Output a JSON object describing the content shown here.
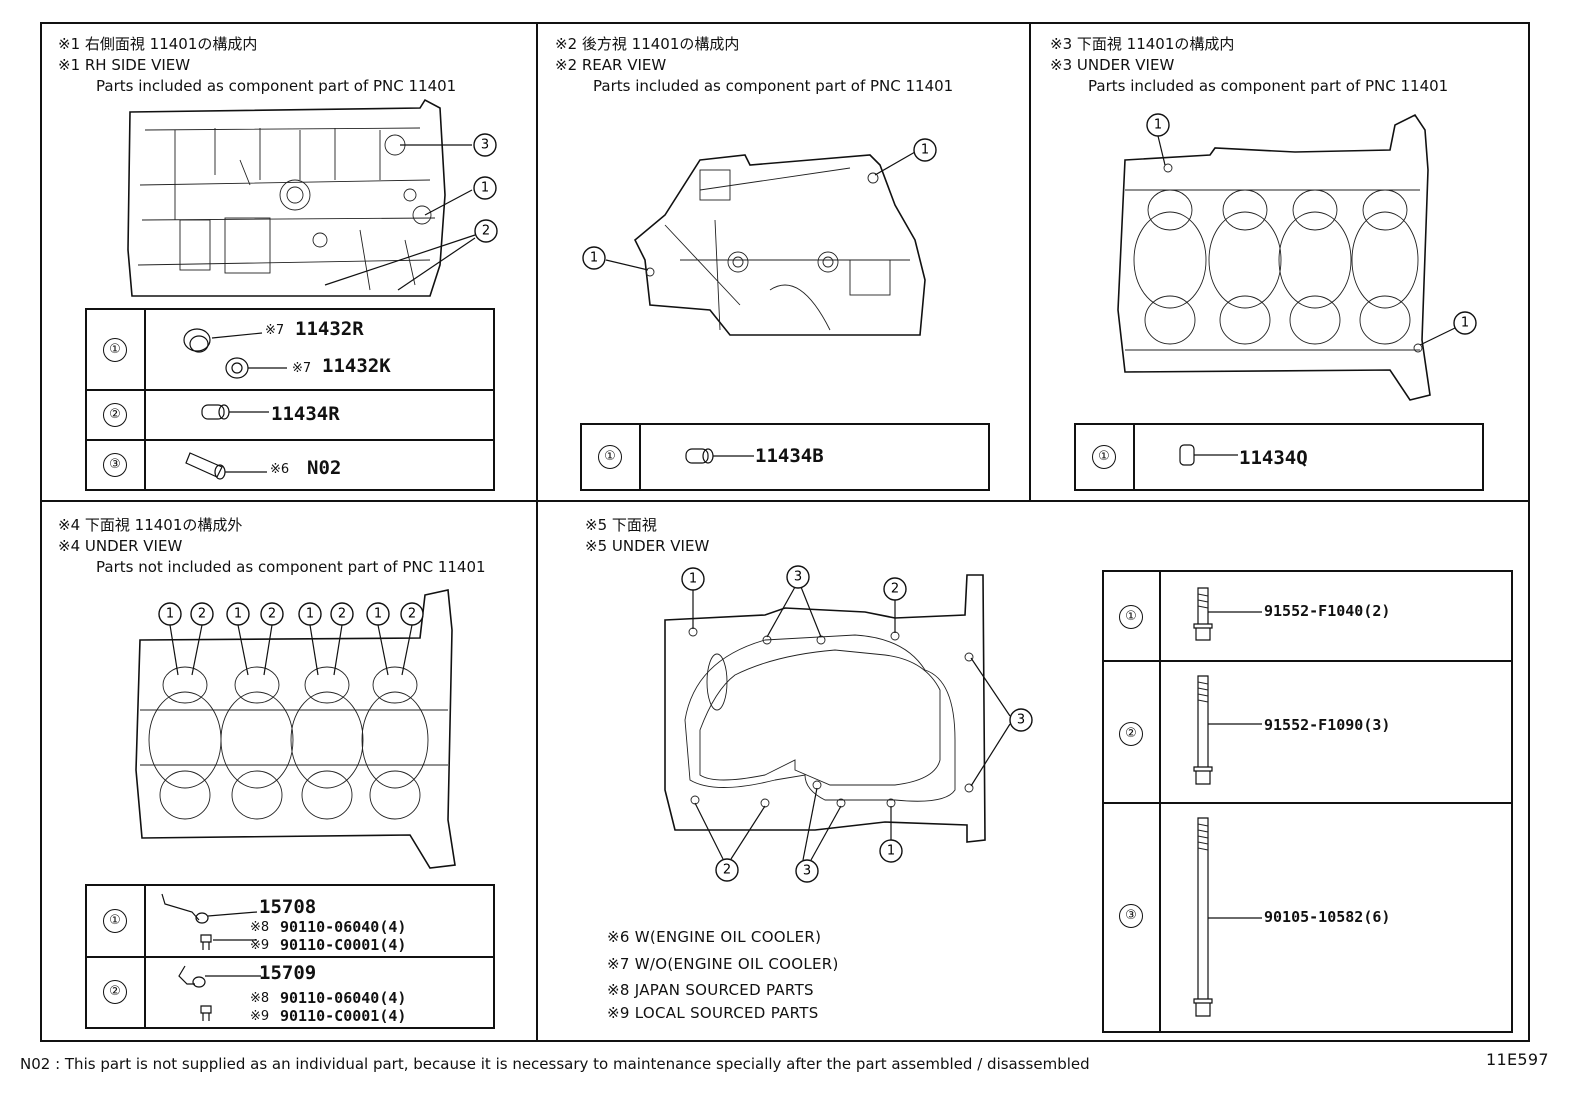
{
  "panel1": {
    "jp": "※1 右側面視 11401の構成内",
    "en": "※1 RH SIDE VIEW",
    "desc": "Parts included as component part of PNC 11401",
    "rows": [
      {
        "callout": "①",
        "parts": [
          {
            "ref": "※7",
            "pnc": "11432R"
          },
          {
            "ref": "※7",
            "pnc": "11432K"
          }
        ]
      },
      {
        "callout": "②",
        "parts": [
          {
            "ref": "",
            "pnc": "11434R"
          }
        ]
      },
      {
        "callout": "③",
        "parts": [
          {
            "ref": "※6",
            "pnc": "N02"
          }
        ]
      }
    ]
  },
  "panel2": {
    "jp": "※2 後方視 11401の構成内",
    "en": "※2 REAR VIEW",
    "desc": "Parts included as component part of PNC 11401",
    "rows": [
      {
        "callout": "①",
        "parts": [
          {
            "ref": "",
            "pnc": "11434B"
          }
        ]
      }
    ]
  },
  "panel3": {
    "jp": "※3 下面視 11401の構成内",
    "en": "※3 UNDER VIEW",
    "desc": "Parts included as component part of PNC 11401",
    "rows": [
      {
        "callout": "①",
        "parts": [
          {
            "ref": "",
            "pnc": "11434Q"
          }
        ]
      }
    ]
  },
  "panel4": {
    "jp": "※4 下面視 11401の構成外",
    "en": "※4 UNDER VIEW",
    "desc": "Parts not included as component part of PNC 11401",
    "rows": [
      {
        "callout": "①",
        "main": "15708",
        "bolts": [
          {
            "ref": "※8",
            "pnc": "90110-06040(4)"
          },
          {
            "ref": "※9",
            "pnc": "90110-C0001(4)"
          }
        ]
      },
      {
        "callout": "②",
        "main": "15709",
        "bolts": [
          {
            "ref": "※8",
            "pnc": "90110-06040(4)"
          },
          {
            "ref": "※9",
            "pnc": "90110-C0001(4)"
          }
        ]
      }
    ]
  },
  "panel5": {
    "jp": "※5 下面視",
    "en": "※5 UNDER VIEW",
    "rows": [
      {
        "callout": "①",
        "pnc": "91552-F1040(2)"
      },
      {
        "callout": "②",
        "pnc": "91552-F1090(3)"
      },
      {
        "callout": "③",
        "pnc": "90105-10582(6)"
      }
    ],
    "notes": [
      "※6  W(ENGINE OIL COOLER)",
      "※7  W/O(ENGINE OIL COOLER)",
      "※8  JAPAN SOURCED PARTS",
      "※9  LOCAL SOURCED PARTS"
    ]
  },
  "callout_labels": {
    "one": "1",
    "two": "2",
    "three": "3"
  },
  "footer": {
    "note": "N02 : This part is not supplied as an individual part, because it is necessary to maintenance specially after the part assembled / disassembled",
    "code": "11E597"
  }
}
